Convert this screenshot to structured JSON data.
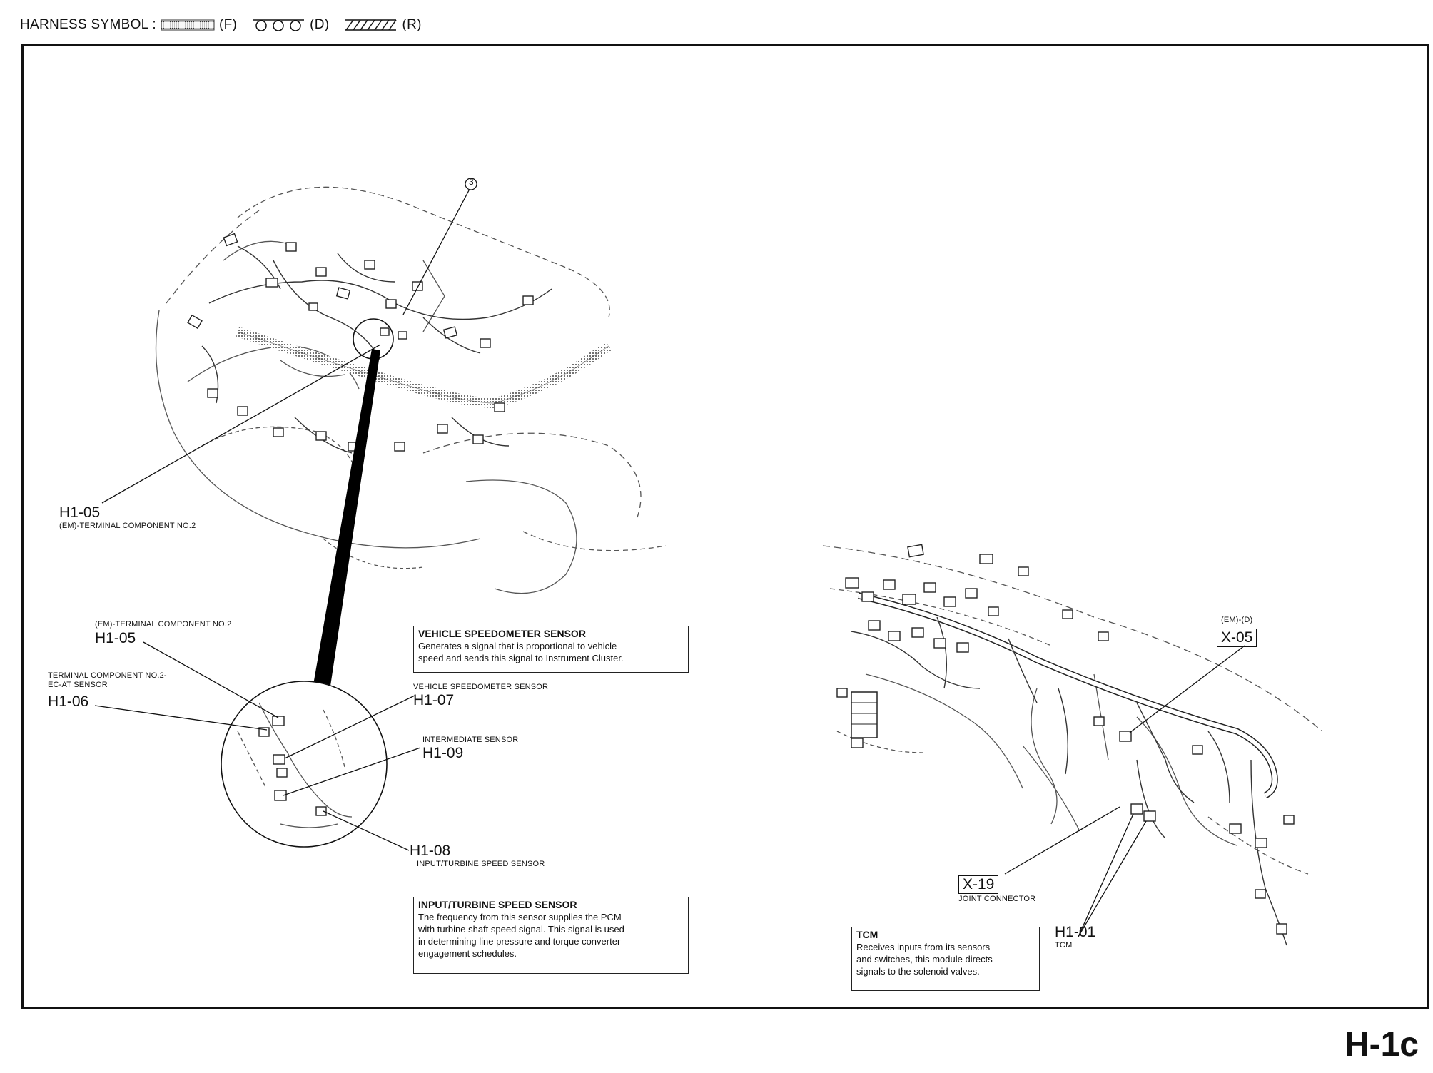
{
  "legend": {
    "prefix": "HARNESS SYMBOL :",
    "front": "(F)",
    "dash": "(D)",
    "rear": "(R)"
  },
  "callouts": {
    "ref3": "3",
    "h105_top": {
      "code": "H1-05",
      "name": "(EM)-TERMINAL COMPONENT NO.2"
    },
    "h105_detail": {
      "code": "H1-05",
      "name": "(EM)-TERMINAL COMPONENT NO.2"
    },
    "h106": {
      "code": "H1-06",
      "name_line1": "TERMINAL COMPONENT NO.2-",
      "name_line2": "EC-AT SENSOR"
    },
    "h107": {
      "code": "H1-07",
      "name": "VEHICLE SPEEDOMETER SENSOR"
    },
    "h109": {
      "code": "H1-09",
      "name": "INTERMEDIATE SENSOR"
    },
    "h108": {
      "code": "H1-08",
      "name": "INPUT/TURBINE SPEED SENSOR"
    },
    "x05": {
      "code": "X-05",
      "prefix": "(EM)-(D)"
    },
    "x19": {
      "code": "X-19",
      "name": "JOINT CONNECTOR"
    },
    "h101": {
      "code": "H1-01",
      "name": "TCM"
    }
  },
  "info_boxes": {
    "speedometer": {
      "title": "VEHICLE SPEEDOMETER SENSOR",
      "l1": "Generates a signal that is proportional to vehicle",
      "l2": "speed and sends this signal to Instrument Cluster."
    },
    "turbine": {
      "title": "INPUT/TURBINE SPEED SENSOR",
      "l1": "The frequency from this sensor supplies the PCM",
      "l2": "with turbine shaft speed signal. This signal is used",
      "l3": "in determining line pressure and torque converter",
      "l4": "engagement schedules."
    },
    "tcm": {
      "title": "TCM",
      "l1": "Receives inputs from its sensors",
      "l2": "and switches, this module directs",
      "l3": "signals to the solenoid valves."
    }
  },
  "page_id": "H-1c"
}
